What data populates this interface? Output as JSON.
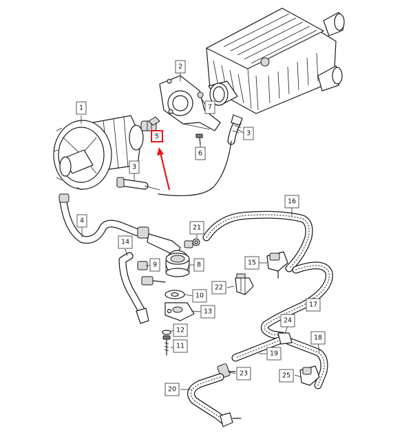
{
  "diagram": {
    "highlight_color": "#e8141c",
    "labels": {
      "p1": "1",
      "p2": "2",
      "p3a": "3",
      "p3b": "3",
      "p4": "4",
      "p5": "5",
      "p6": "6",
      "p7": "7",
      "p8": "8",
      "p9": "9",
      "p10": "10",
      "p11": "11",
      "p12": "12",
      "p13": "13",
      "p14": "14",
      "p15": "15",
      "p16": "16",
      "p17": "17",
      "p18": "18",
      "p19": "19",
      "p20": "20",
      "p21": "21",
      "p22": "22",
      "p23": "23",
      "p24": "24",
      "p25": "25"
    }
  }
}
